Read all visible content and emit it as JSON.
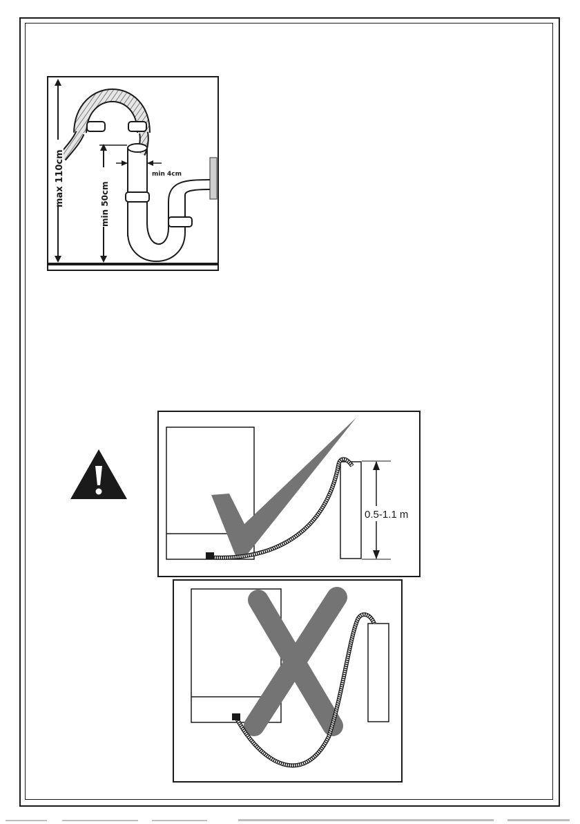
{
  "figure_siphon": {
    "label_max": "max 110cm",
    "label_min": "min 50cm",
    "label_pipe": "min 4cm"
  },
  "figure_correct": {
    "label_height": "0.5-1.1 m",
    "mark": "check-mark-icon"
  },
  "figure_incorrect": {
    "mark": "cross-mark-icon"
  },
  "warning": {
    "icon": "warning-triangle-icon"
  },
  "colors": {
    "line": "#1a1a1a",
    "mark_gray": "#747474",
    "hose_light": "#d9d9d9"
  }
}
